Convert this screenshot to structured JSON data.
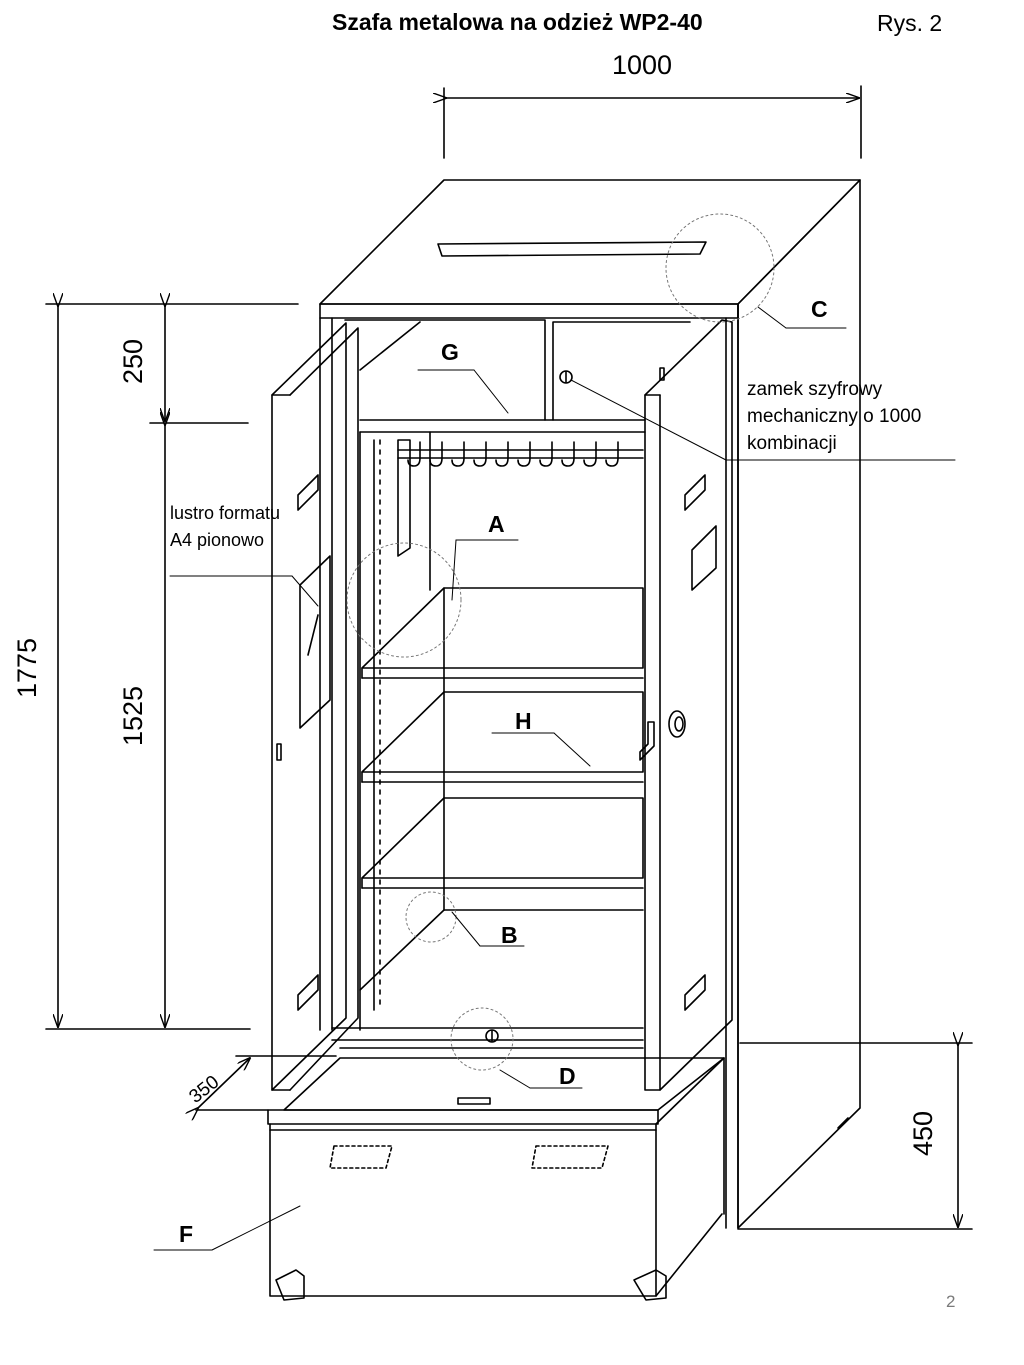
{
  "header": {
    "title": "Szafa metalowa  na odzież WP2-40",
    "figure": "Rys. 2"
  },
  "dimensions": {
    "width": "1000",
    "top_compartment": "250",
    "total_height": "1775",
    "main_compartment": "1525",
    "depth": "350",
    "base_height": "450"
  },
  "labels": {
    "c": "C",
    "g": "G",
    "a": "A",
    "h": "H",
    "b": "B",
    "d": "D",
    "f": "F"
  },
  "notes": {
    "lock": "zamek szyfrowy mechaniczny o 1000 kombinacji",
    "mirror": "lustro formatu A4 pionowo"
  },
  "footer": {
    "page_number": "2"
  }
}
